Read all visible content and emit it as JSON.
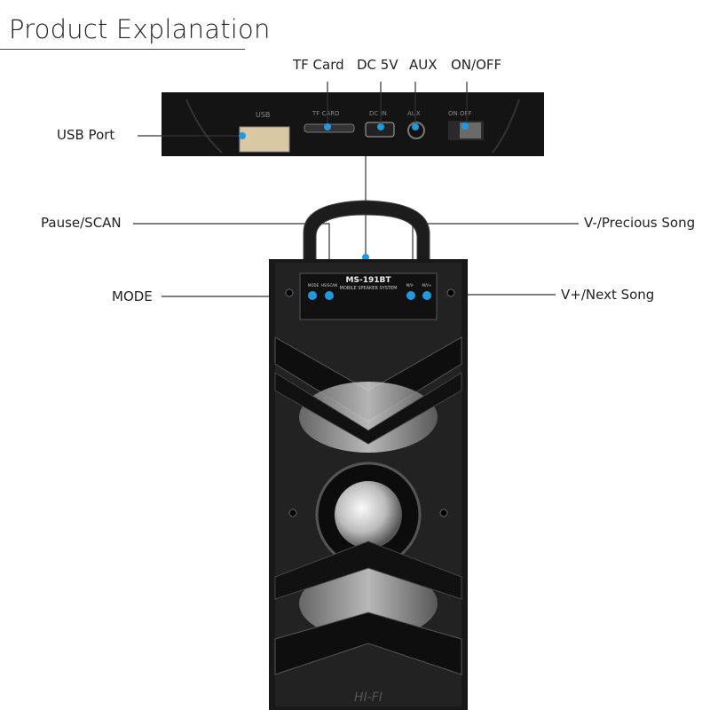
{
  "title": "Product Explanation",
  "callouts": {
    "tf_card": "TF Card",
    "dc_5v": "DC 5V",
    "aux": "AUX",
    "on_off": "ON/OFF",
    "usb_port": "USB Port",
    "pause_scan": "Pause/SCAN",
    "v_minus_prev": "V-/Precious Song",
    "mode": "MODE",
    "v_plus_next": "V+/Next Song"
  },
  "port_panel": {
    "usb": "USB",
    "tf": "TF CARD",
    "dc": "DC IN",
    "aux": "AUX",
    "onoff": "ON OFF"
  },
  "device": {
    "model": "MS-191BT",
    "subtitle": "MOBILE SPEAKER SYSTEM",
    "btn_mode": "MODE",
    "btn_scan": "HS/SCAN",
    "btn_vminus": "M/V-",
    "btn_vplus": "M/V+",
    "badge": "HI-FI"
  },
  "colors": {
    "accent_dot": "#1e9be0",
    "body": "#1a1a1a"
  }
}
